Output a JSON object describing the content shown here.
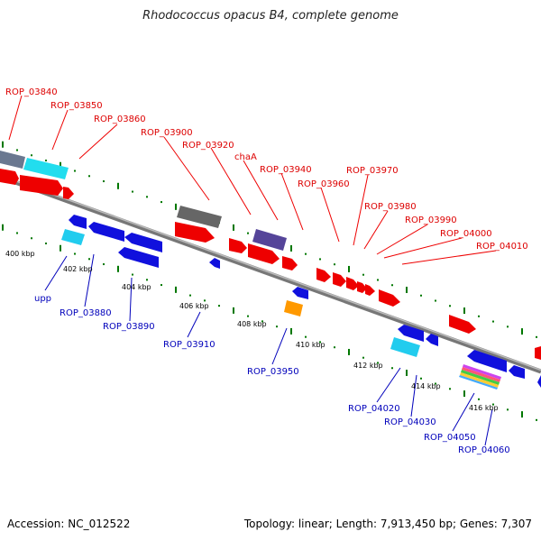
{
  "title": "Rhodococcus opacus B4, complete genome",
  "footer": {
    "accession": "Accession: NC_012522",
    "summary": "Topology: linear; Length: 7,913,450 bp; Genes: 7,307"
  },
  "colors": {
    "forward_label": "#dd0000",
    "reverse_label": "#0000bb",
    "red_gene": "#ee0000",
    "blue_gene": "#1010dd",
    "cyan_gene": "#22ccee",
    "gray_gene": "#666666",
    "purple_gene": "#554499",
    "orange_gene": "#ff9900",
    "tick": "#007700",
    "backbone": "#888888"
  },
  "scale_labels": [
    "400 kbp",
    "402 kbp",
    "404 kbp",
    "406 kbp",
    "408 kbp",
    "410 kbp",
    "412 kbp",
    "414 kbp",
    "416 kbp"
  ],
  "forward_genes": [
    "ROP_03840",
    "ROP_03850",
    "ROP_03860",
    "ROP_03900",
    "ROP_03920",
    "chaA",
    "ROP_03940",
    "ROP_03960",
    "ROP_03970",
    "ROP_03980",
    "ROP_03990",
    "ROP_04000",
    "ROP_04010"
  ],
  "reverse_genes": [
    "upp",
    "ROP_03880",
    "ROP_03890",
    "ROP_03910",
    "ROP_03950",
    "ROP_04020",
    "ROP_04030",
    "ROP_04050",
    "ROP_04060"
  ]
}
